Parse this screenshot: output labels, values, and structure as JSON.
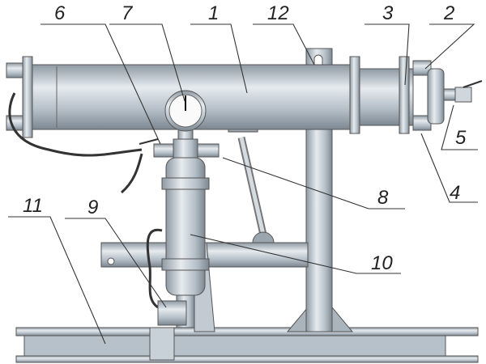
{
  "labels": {
    "l1": "1",
    "l2": "2",
    "l3": "3",
    "l4": "4",
    "l5": "5",
    "l6": "6",
    "l7": "7",
    "l8": "8",
    "l9": "9",
    "l10": "10",
    "l11": "11",
    "l12": "12"
  },
  "colors": {
    "metal": "#b9c3cc",
    "metal_dark": "#7f8a94",
    "metal_light": "#e4e9ee",
    "hose": "#333333"
  }
}
